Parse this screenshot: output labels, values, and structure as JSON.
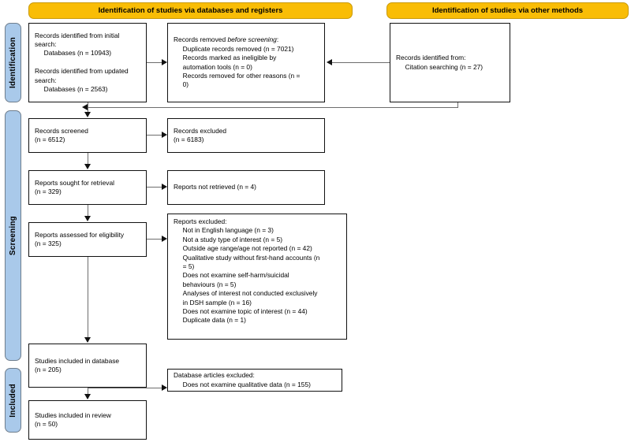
{
  "colors": {
    "stage_bar": "#a9c9ea",
    "header_bar": "#f9bd06",
    "box_border": "#111111",
    "connector": "#6d6d6d",
    "background": "#ffffff"
  },
  "headers": {
    "databases": "Identification of studies via databases and registers",
    "other": "Identification of studies via other methods"
  },
  "stages": {
    "identification": "Identification",
    "screening": "Screening",
    "included": "Included"
  },
  "boxes": {
    "records_identified": "Records identified from initial\nsearch:\n     Databases (n = 10943)\n\nRecords identified from updated\nsearch:\n     Databases (n = 2563)",
    "records_removed_head": "Records removed ",
    "records_removed_em": "before screening",
    "records_removed_tail": ":\n     Duplicate records removed (n = 7021)\n     Records marked as ineligible by\n     automation tools (n = 0)\n     Records removed for other reasons (n =\n     0)",
    "records_other_methods": "Records identified from:\n     Citation searching (n = 27)",
    "records_screened": "Records screened\n(n = 6512)",
    "records_excluded": "Records excluded\n(n = 6183)",
    "reports_sought": "Reports sought for retrieval\n(n = 329)",
    "reports_not_retrieved": "Reports not retrieved (n = 4)",
    "reports_assessed": "Reports assessed for eligibility\n(n = 325)",
    "reports_excluded": "Reports excluded:\n     Not in English language (n = 3)\n     Not a study type of interest (n = 5)\n     Outside age range/age not reported (n = 42)\n     Qualitative study without first-hand accounts (n\n     = 5)\n     Does not examine self-harm/suicidal\n     behaviours (n = 5)\n     Analyses of interest not conducted exclusively\n     in DSH sample (n = 16)\n     Does not examine topic of interest (n = 44)\n     Duplicate data (n = 1)",
    "studies_in_database": "Studies included in database\n(n = 205)",
    "database_excluded": "Database articles excluded:\n     Does not examine qualitative data (n = 155)",
    "studies_in_review": "Studies included in review\n(n = 50)"
  },
  "counts": {
    "databases_initial": 10943,
    "databases_updated": 2563,
    "citation_searching": 27,
    "duplicates_removed": 7021,
    "ineligible_automation": 0,
    "removed_other": 0,
    "screened": 6512,
    "excluded_screening": 6183,
    "sought_retrieval": 329,
    "not_retrieved": 4,
    "assessed_eligibility": 325,
    "not_english": 3,
    "not_study_type": 5,
    "outside_age_range": 42,
    "qualitative_no_first_hand": 5,
    "no_self_harm": 5,
    "not_exclusive_dsh": 16,
    "not_topic_of_interest": 44,
    "duplicate_data": 1,
    "included_database": 205,
    "database_articles_excluded": 155,
    "included_review": 50
  }
}
